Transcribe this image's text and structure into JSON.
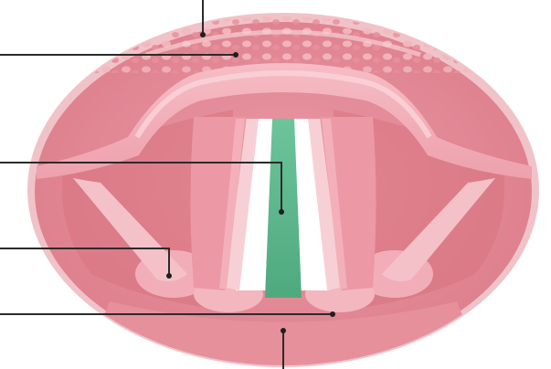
{
  "diagram": {
    "kind": "anatomical-illustration",
    "labels": [],
    "colors": {
      "outer_tissue": "#e48f9b",
      "rim": "#efc1c6",
      "vocal_fold": "#f2a8b4",
      "fold_highlight": "#f7c9cf",
      "glottis_gap": "#ffffff",
      "trachea_green": "#5db98e",
      "deep_tissue": "#d97582",
      "leader_line": "#2b2b2b"
    },
    "leader_lines": [
      {
        "id": "top",
        "direction": "from-top"
      },
      {
        "id": "left-1",
        "direction": "from-left"
      },
      {
        "id": "left-2",
        "direction": "from-left"
      },
      {
        "id": "left-3",
        "direction": "from-left"
      },
      {
        "id": "left-4",
        "direction": "from-left"
      },
      {
        "id": "bottom",
        "direction": "from-bottom"
      }
    ]
  }
}
